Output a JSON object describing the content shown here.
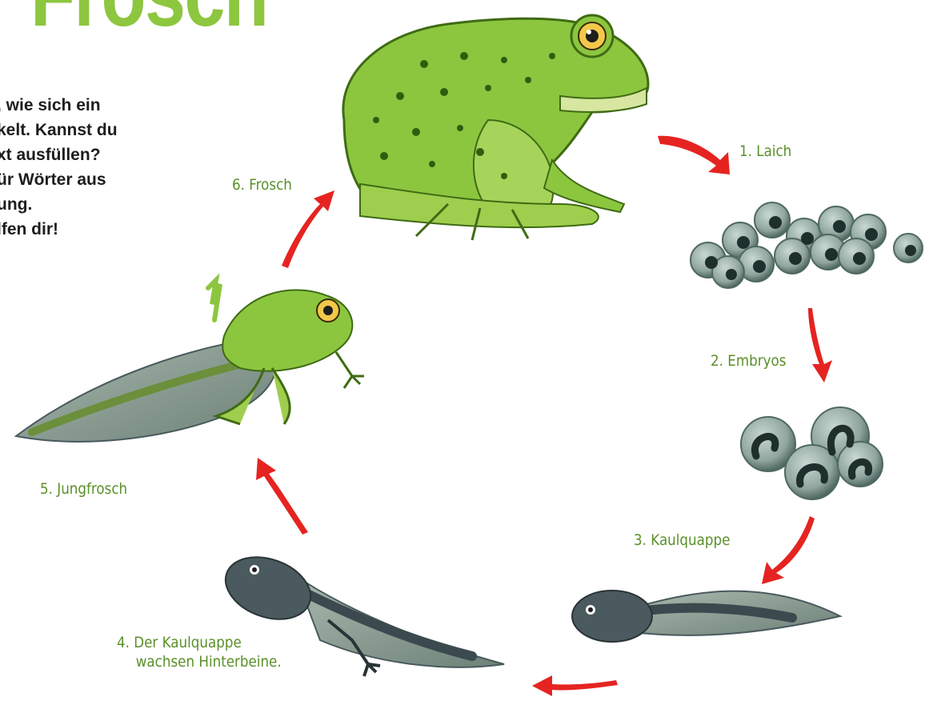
{
  "title": "r Frosch",
  "intro_lines": [
    ", wie sich ein",
    "kelt. Kannst du",
    "xt ausfüllen?",
    "ür Wörter aus",
    "ung.",
    "lfen dir!"
  ],
  "stages": [
    {
      "label": "1. Laich"
    },
    {
      "label": "2. Embryos"
    },
    {
      "label": "3. Kaulquappe"
    },
    {
      "label_line1": "4. Der Kaulquappe",
      "label_line2": "wachsen Hinterbeine."
    },
    {
      "label": "5. Jungfrosch"
    },
    {
      "label": "6. Frosch"
    }
  ],
  "colors": {
    "title_green": "#8dc63f",
    "label_green": "#5a8f28",
    "arrow_red": "#e52421",
    "frog_green": "#8cc63f",
    "tadpole_gray": "#4a5a5e"
  }
}
